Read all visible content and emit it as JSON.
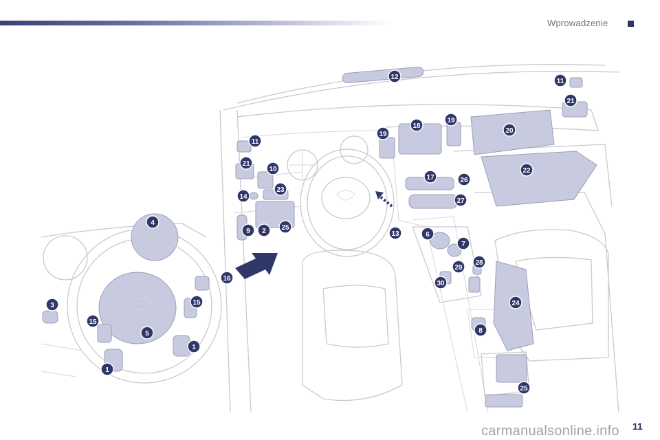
{
  "header": {
    "section_title": "Wprowadzenie",
    "accent_color": "#2e3468"
  },
  "page_number": "11",
  "watermark": "carmanualsonline.info",
  "callouts": [
    {
      "id": "c-1a",
      "label": "1"
    },
    {
      "id": "c-1b",
      "label": "1"
    },
    {
      "id": "c-2",
      "label": "2"
    },
    {
      "id": "c-3",
      "label": "3"
    },
    {
      "id": "c-4",
      "label": "4"
    },
    {
      "id": "c-5",
      "label": "5"
    },
    {
      "id": "c-6",
      "label": "6"
    },
    {
      "id": "c-7",
      "label": "7"
    },
    {
      "id": "c-8",
      "label": "8"
    },
    {
      "id": "c-9",
      "label": "9"
    },
    {
      "id": "c-10",
      "label": "10"
    },
    {
      "id": "c-11a",
      "label": "11"
    },
    {
      "id": "c-11b",
      "label": "11"
    },
    {
      "id": "c-12",
      "label": "12"
    },
    {
      "id": "c-13",
      "label": "13"
    },
    {
      "id": "c-14",
      "label": "14"
    },
    {
      "id": "c-15a",
      "label": "15"
    },
    {
      "id": "c-15b",
      "label": "15"
    },
    {
      "id": "c-16",
      "label": "16"
    },
    {
      "id": "c-17",
      "label": "17"
    },
    {
      "id": "c-18",
      "label": "18"
    },
    {
      "id": "c-19a",
      "label": "19"
    },
    {
      "id": "c-19b",
      "label": "19"
    },
    {
      "id": "c-20",
      "label": "20"
    },
    {
      "id": "c-21a",
      "label": "21"
    },
    {
      "id": "c-21b",
      "label": "21"
    },
    {
      "id": "c-22",
      "label": "22"
    },
    {
      "id": "c-23",
      "label": "23"
    },
    {
      "id": "c-24",
      "label": "24"
    },
    {
      "id": "c-25a",
      "label": "25"
    },
    {
      "id": "c-25b",
      "label": "25"
    },
    {
      "id": "c-26",
      "label": "26"
    },
    {
      "id": "c-27",
      "label": "27"
    },
    {
      "id": "c-28",
      "label": "28"
    },
    {
      "id": "c-29",
      "label": "29"
    },
    {
      "id": "c-30",
      "label": "30"
    }
  ]
}
